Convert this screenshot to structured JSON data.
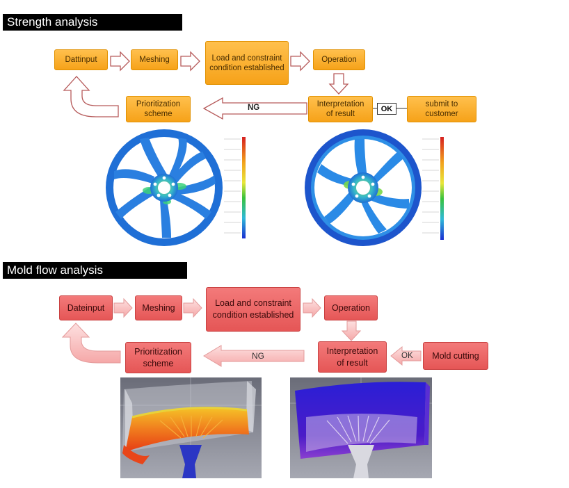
{
  "strength": {
    "title": "Strength analysis",
    "steps": {
      "data_input": "Dattinput",
      "meshing": "Meshing",
      "load_constraint": "Load and constraint\ncondition established",
      "operation": "Operation",
      "interpretation": "Interpretation\nof result",
      "submit": "submit to\ncustomer",
      "prioritization": "Prioritization\nscheme"
    },
    "ng_label": "NG",
    "ok_label": "OK"
  },
  "mold": {
    "title": "Mold flow analysis",
    "steps": {
      "data_input": "Dateinput",
      "meshing": "Meshing",
      "load_constraint": "Load and constraint\ncondition established",
      "operation": "Operation",
      "interpretation": "Interpretation\nof result",
      "mold_cutting": "Mold cutting",
      "prioritization": "Prioritization\nscheme"
    },
    "ng_label": "NG",
    "ok_label": "OK"
  },
  "colors": {
    "orange_box": "#f6a219",
    "red_box": "#e55656",
    "section_title_bg": "#000000",
    "wheel_base": "#1f6fd6"
  }
}
